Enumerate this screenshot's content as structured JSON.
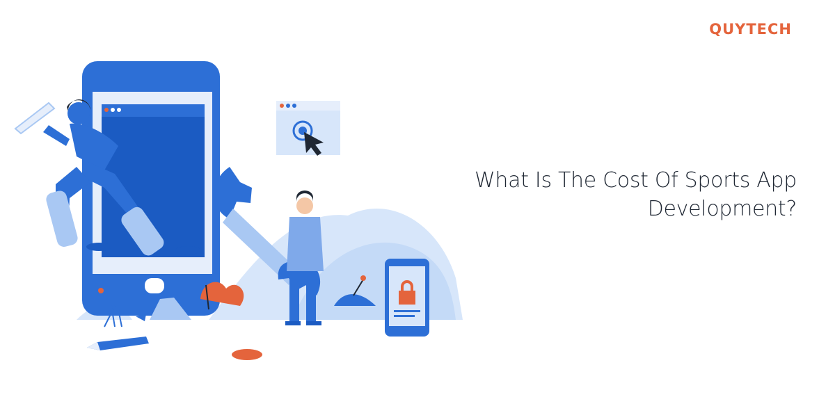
{
  "brand": {
    "name": "QUYTECH"
  },
  "headline": {
    "line1": "What Is The Cost Of Sports App",
    "line2": "Development?"
  },
  "illustration": {
    "icons": [
      "smartphone-icon",
      "cricket-player-icon",
      "wrench-icon",
      "person-icon",
      "browser-window-icon",
      "target-cursor-icon",
      "mobile-lock-icon",
      "padlock-icon",
      "pencil-icon",
      "plant-icon"
    ]
  },
  "colors": {
    "brand_orange": "#e4643c",
    "primary_blue": "#2d6fd6",
    "light_blue": "#a9c8f3",
    "pale_blue": "#d7e6fa",
    "text_dark": "#1f2733"
  }
}
